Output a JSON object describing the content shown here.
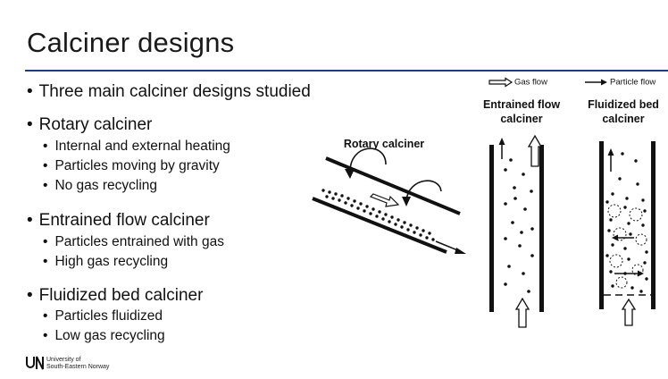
{
  "title": "Calciner designs",
  "bullets": [
    {
      "text": "Three main calciner designs studied",
      "sub": []
    },
    {
      "text": "Rotary calciner",
      "sub": [
        "Internal and external heating",
        "Particles moving by gravity",
        "No gas recycling"
      ]
    },
    {
      "text": "Entrained flow calciner",
      "sub": [
        "Particles entrained with gas",
        "High gas recycling"
      ]
    },
    {
      "text": "Fluidized bed calciner",
      "sub": [
        "Particles fluidized",
        "Low gas recycling"
      ]
    }
  ],
  "legend": {
    "gas_flow": "Gas flow",
    "particle_flow": "Particle flow"
  },
  "figures": {
    "rotary": "Rotary calciner",
    "entrained": [
      "Entrained flow",
      "calciner"
    ],
    "fluidized": [
      "Fluidized bed",
      "calciner"
    ]
  },
  "logo": {
    "line1": "University of",
    "line2": "South-Eastern Norway"
  },
  "colors": {
    "title_rule": "#1f3d78"
  }
}
